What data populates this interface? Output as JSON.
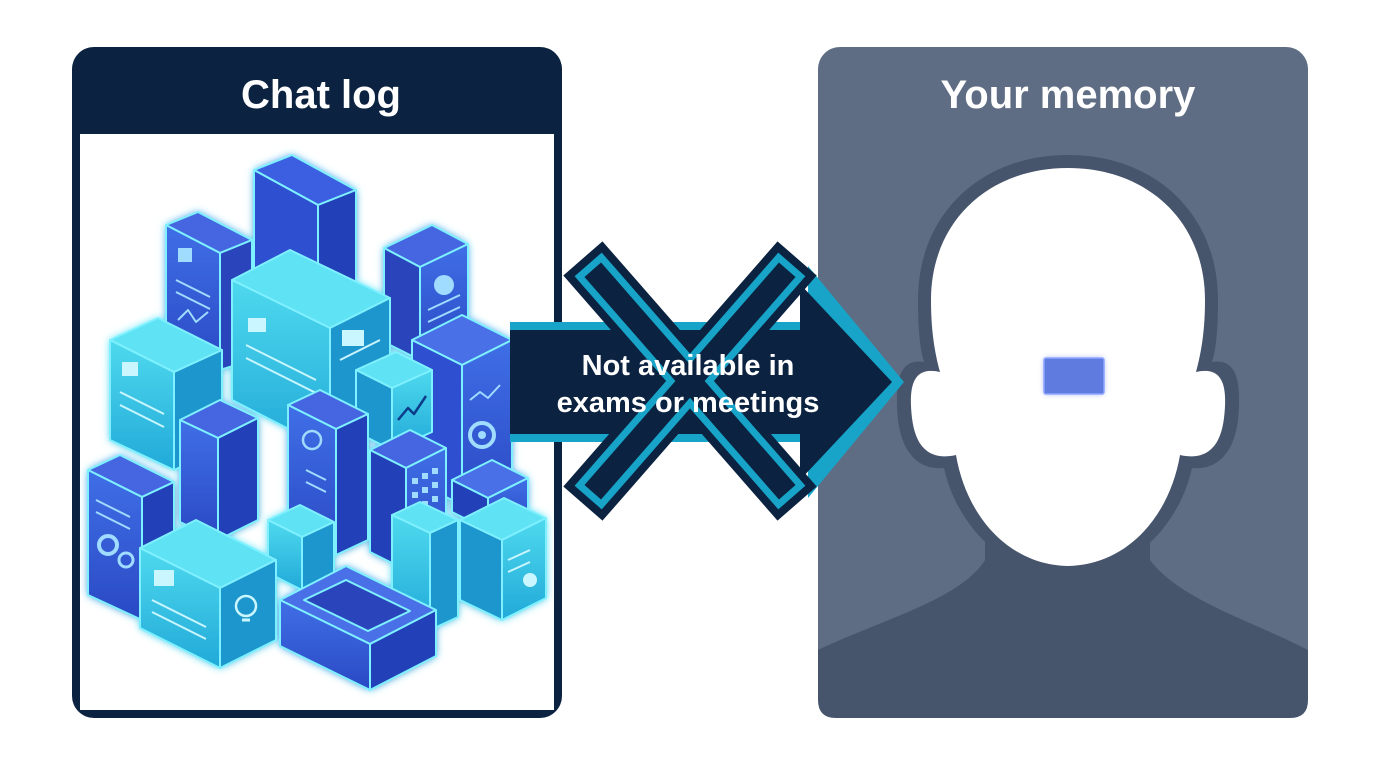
{
  "left_panel": {
    "title": "Chat log",
    "frame_color": "#0b2240",
    "illustration": "isometric-data-blocks"
  },
  "right_panel": {
    "title": "Your memory",
    "panel_color": "#5f6d84",
    "illustration": "head-silhouette"
  },
  "arrow": {
    "label_line1": "Not available in",
    "label_line2": "exams or meetings",
    "fill_color": "#0b2240",
    "outline_color": "#17a4c8",
    "cross_icon": "x-mark-icon"
  }
}
